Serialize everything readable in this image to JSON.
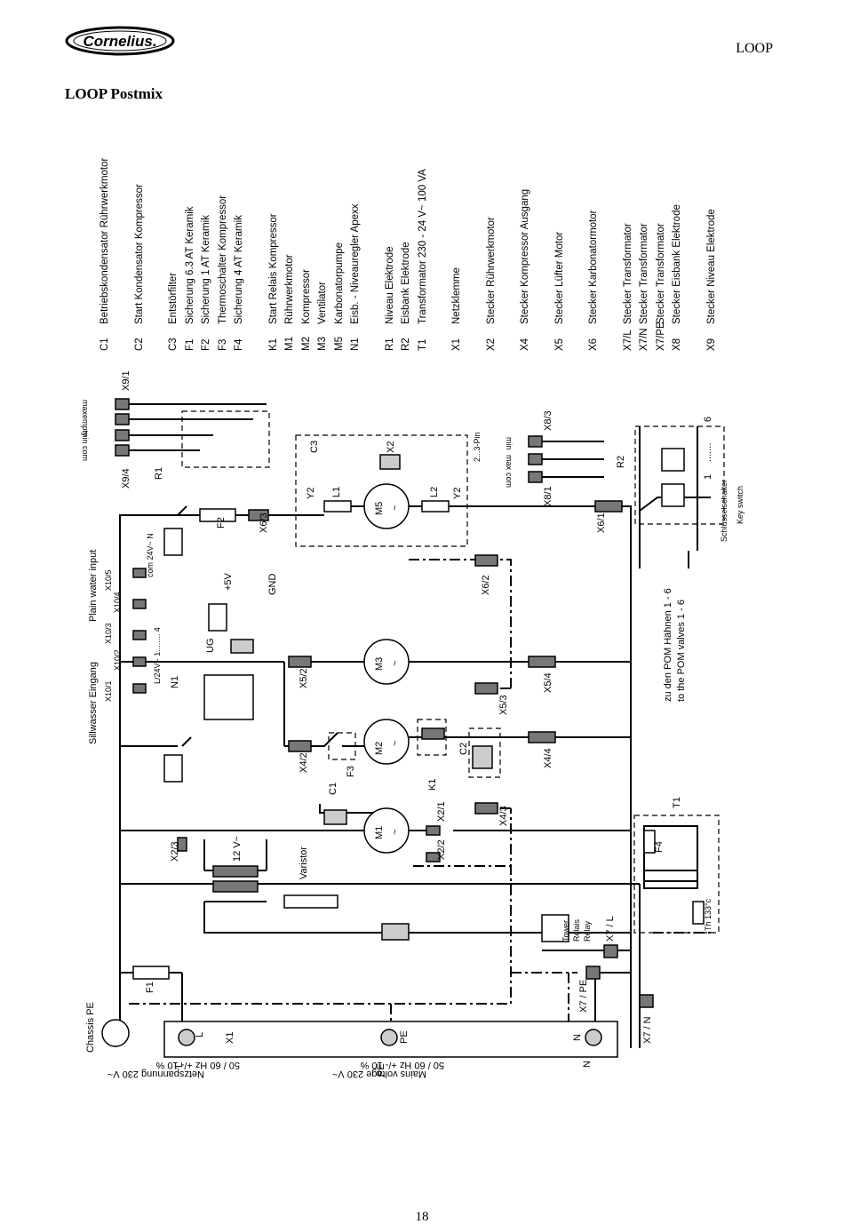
{
  "header": {
    "logo_text": "Cornelius.",
    "section": "LOOP",
    "title": "LOOP Postmix"
  },
  "legend": [
    {
      "code": "C1",
      "text": "Betriebskondensator Rührwerkmotor",
      "group": 0
    },
    {
      "code": "C2",
      "text": "Start Kondensator Kompressor",
      "group": 1
    },
    {
      "code": "C3",
      "text": "Entstörfilter",
      "group": 2
    },
    {
      "code": "F1",
      "text": "Sicherung 6.3 AT Keramik",
      "group": 2
    },
    {
      "code": "F2",
      "text": "Sicherung 1 AT Keramik",
      "group": 2
    },
    {
      "code": "F3",
      "text": "Thermoschalter Kompressor",
      "group": 2
    },
    {
      "code": "F4",
      "text": "Sicherung 4 AT Keramik",
      "group": 2
    },
    {
      "code": "K1",
      "text": "Start Relais Kompressor",
      "group": 3
    },
    {
      "code": "M1",
      "text": "Rührwerkmotor",
      "group": 3
    },
    {
      "code": "M2",
      "text": "Kompressor",
      "group": 3
    },
    {
      "code": "M3",
      "text": "Ventilator",
      "group": 3
    },
    {
      "code": "M5",
      "text": "Karbonatorpumpe",
      "group": 3
    },
    {
      "code": "N1",
      "text": "Eisb. - Niveauregler Apexx",
      "group": 3
    },
    {
      "code": "R1",
      "text": "Niveau Elektrode",
      "group": 4
    },
    {
      "code": "R2",
      "text": "Eisbank Elektrode",
      "group": 4
    },
    {
      "code": "T1",
      "text": "Transformator 230 - 24 V~ 100 VA",
      "group": 4
    },
    {
      "code": "X1",
      "text": "Netzklemme",
      "group": 5
    },
    {
      "code": "X2",
      "text": "Stecker Rührwerkmotor",
      "group": 6
    },
    {
      "code": "X4",
      "text": "Stecker Kompressor Ausgang",
      "group": 7
    },
    {
      "code": "X5",
      "text": "Stecker Lüfter Motor",
      "group": 8
    },
    {
      "code": "X6",
      "text": "Stecker Karbonatormotor",
      "group": 9
    },
    {
      "code": "X7/L",
      "text": "Stecker Transformator",
      "group": 10
    },
    {
      "code": "X7/N",
      "text": "Stecker Transformator",
      "group": 10
    },
    {
      "code": "X7/PE",
      "text": "Stecker Transformator",
      "group": 10
    },
    {
      "code": "X8",
      "text": "Stecker Eisbank Elektrode",
      "group": 10
    },
    {
      "code": "X9",
      "text": "Stecker Niveau Elektrode",
      "group": 11
    }
  ],
  "diagram": {
    "chassis_pe": "Chassis PE",
    "terminal_l": "L",
    "terminal_pe": "PE",
    "terminal_n": "N",
    "terminal_x1": "X1",
    "supply_l": "L",
    "supply_pe": "PE",
    "supply_n": "N",
    "netz_de_1": "Netzspannung 230 V~",
    "netz_de_2": "50 / 60 Hz +/- 10 %",
    "netz_en_1": "Mains voltage 230 V~",
    "netz_en_2": "50 / 60 Hz +/- 10 %",
    "f1": "F1",
    "f2": "F2",
    "f3": "F3",
    "f4": "F4",
    "x2_3": "X2/3",
    "twelve_v": "12 V~",
    "varistor": "Varistor",
    "c1": "C1",
    "c2": "C2",
    "c3": "C3",
    "m1": "M1",
    "m2": "M2",
    "m3": "M3",
    "m5": "M5",
    "tilde": "~",
    "k1": "K1",
    "x4_2": "X4/2",
    "x5_2": "X5/2",
    "x6_3": "X6/3",
    "x2_1": "X2/1",
    "x2_2": "X2/2",
    "x2": "X2",
    "x4_3": "X4/3",
    "x5_3": "X5/3",
    "x6_2": "X6/2",
    "x4_4": "X4/4",
    "x5_4": "X5/4",
    "x6_1": "X6/1",
    "x7_l": "X7 / L",
    "x7_pe": "X7 / PE",
    "x7_n": "X7 / N",
    "tower_relay_1": "Tower",
    "tower_relay_2": "Relais",
    "tower_relay_3": "Relay",
    "t1": "T1",
    "th": "Th 133°c",
    "pom_de": "zu den POM Hähnen 1 - 6",
    "pom_en": "to the POM valves 1 - 6",
    "key_de": "Schlüsselschalter",
    "key_en": "Key switch",
    "key_1": "1",
    "key_dots": ".......",
    "key_6": "6",
    "sill_de": "Sillwasser Eingang",
    "sill_en": "Plain water input",
    "x10_1": "X10/1",
    "x10_2": "X10/2",
    "x10_3": "X10/3",
    "x10_4": "X10/4",
    "x10_5": "X10/5",
    "l24": "L/24V~ 1........ 4",
    "com24": "com 24V~ N",
    "n1": "N1",
    "ug": "UG",
    "plus5": "+5V",
    "gnd": "GND",
    "x9_1": "X9/1",
    "x9_4": "X9/4",
    "r1": "R1",
    "r1_max": "max",
    "r1_empty": "empty",
    "r1_min": "min",
    "r1_com": "com",
    "x8_3": "X8/3",
    "x8_1": "X8/1",
    "r2": "R2",
    "r2_min": "min",
    "r2_max": "max",
    "r2_com": "com",
    "pin": "2...3-Pin",
    "l1": "L1",
    "l2": "L2",
    "y2a": "Y2",
    "y2b": "Y2"
  },
  "footer": {
    "page": "18"
  }
}
